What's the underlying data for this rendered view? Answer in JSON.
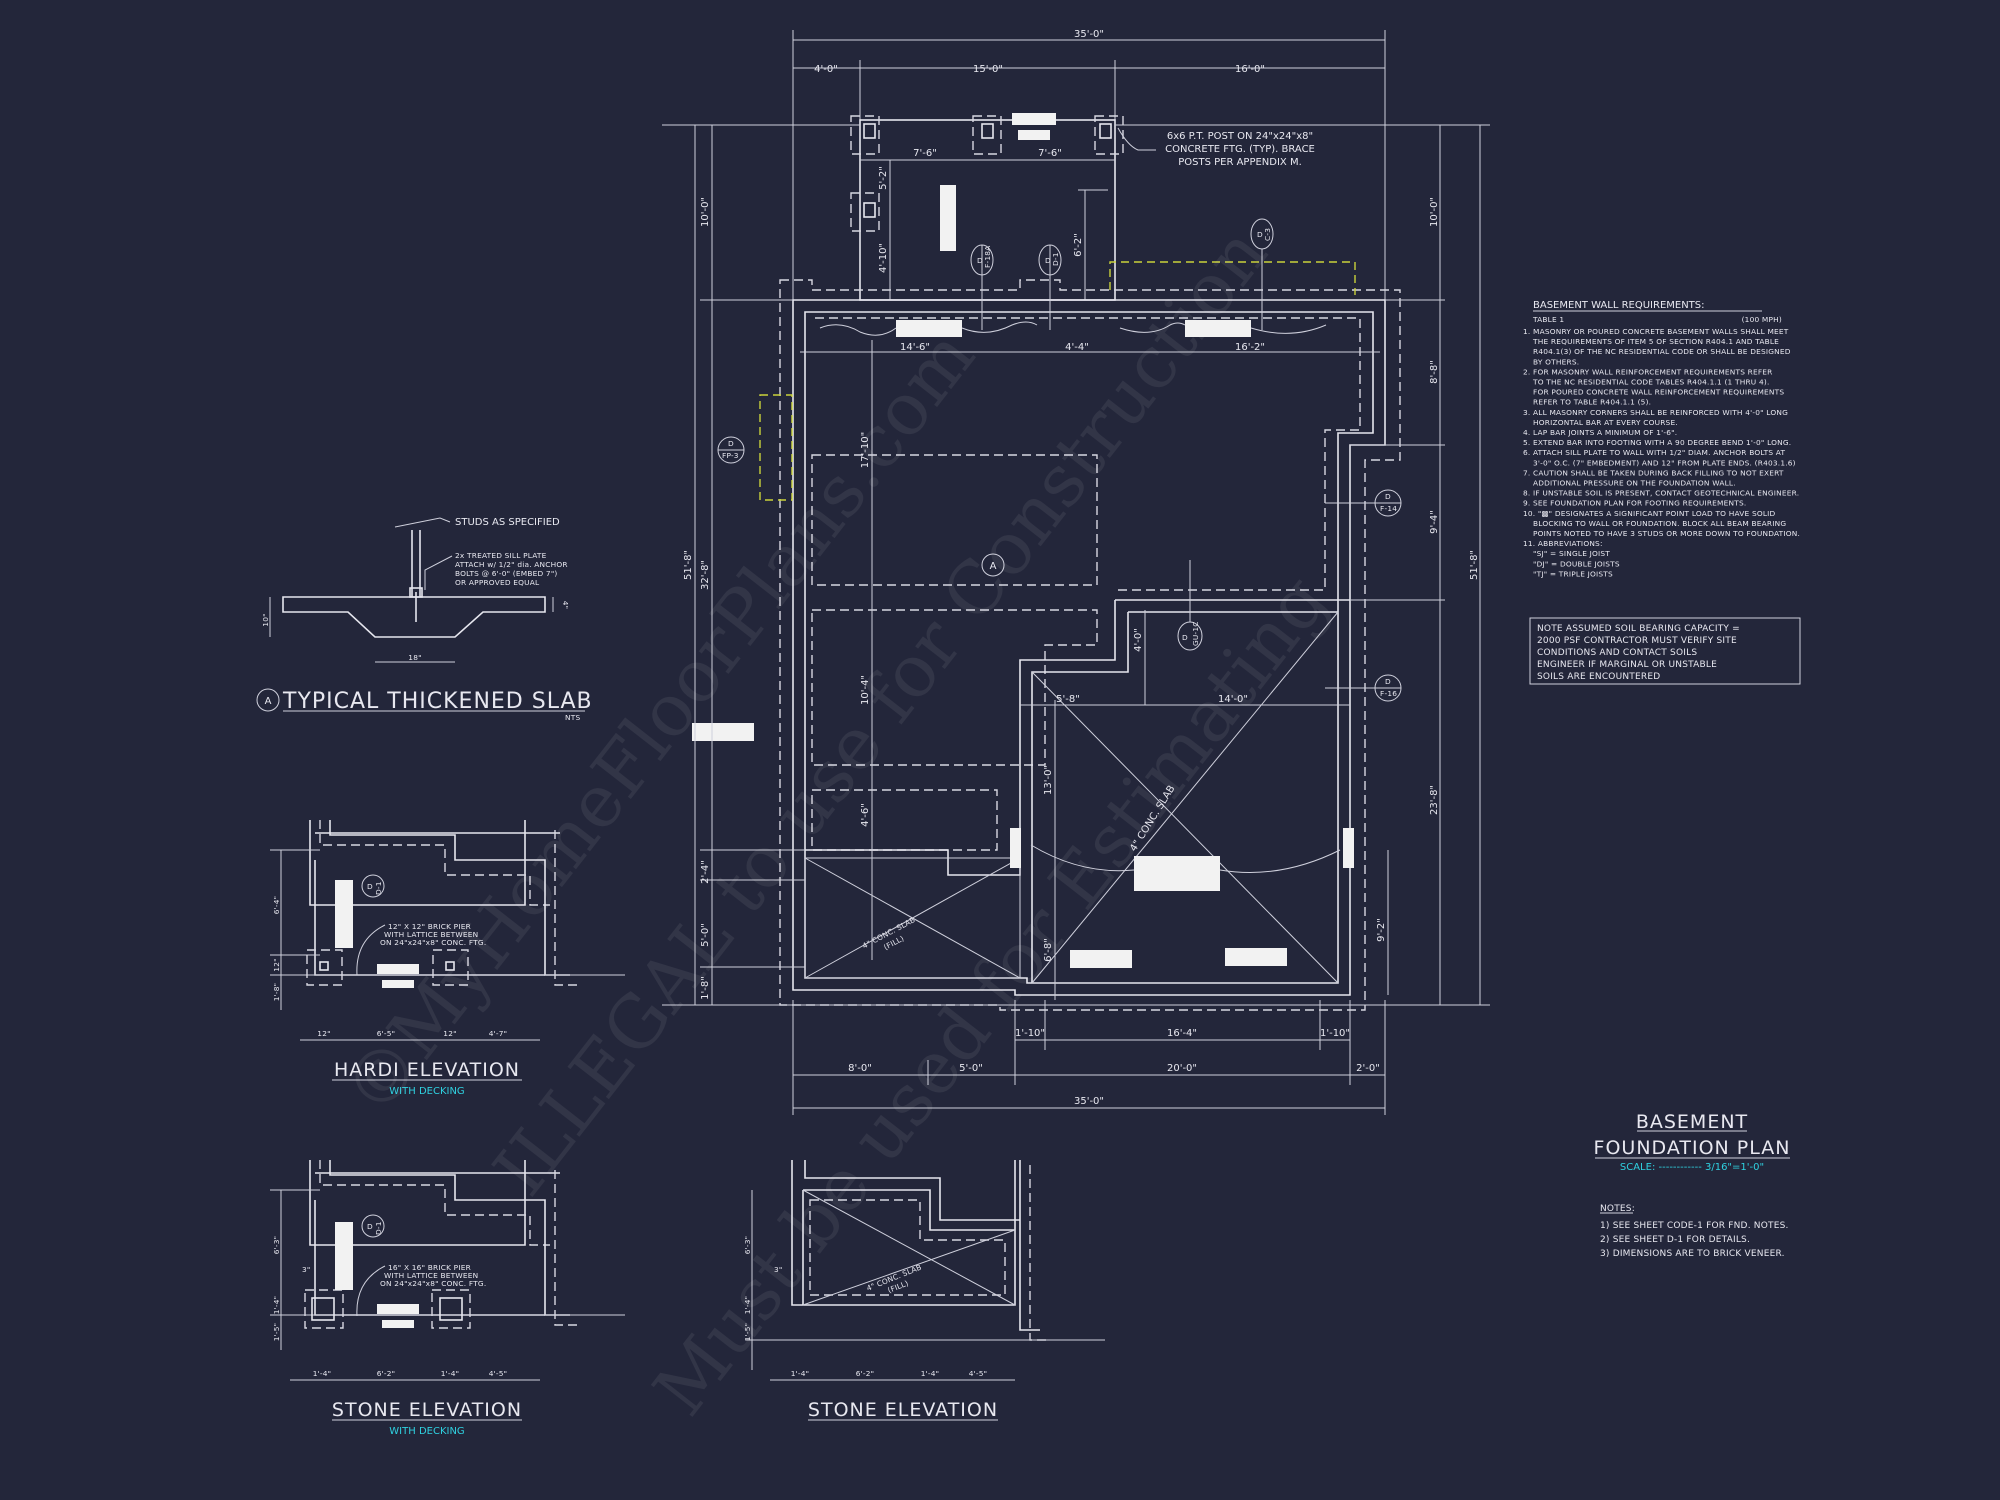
{
  "colors": {
    "background": "#23263a",
    "linework": "#e6e6ee",
    "accent_text": "#2fd1e0",
    "highlight_dashed": "#c9d23a"
  },
  "plan": {
    "title_line1": "BASEMENT",
    "title_line2": "FOUNDATION PLAN",
    "scale": "SCALE: ------------ 3/16\"=1'-0\"",
    "post_note": [
      "6x6 P.T. POST ON 24\"x24\"x8\"",
      "CONCRETE FTG. (TYP). BRACE",
      "POSTS PER APPENDIX M."
    ],
    "dims_top": [
      "35'-0\"",
      "4'-0\"",
      "15'-0\"",
      "16'-0\""
    ],
    "dims_porch": [
      "7'-6\"",
      "7'-6\"",
      "5'-2\"",
      "4'-10\"",
      "6'-2\""
    ],
    "dims_inner": [
      "14'-6\"",
      "4'-4\"",
      "16'-2\"",
      "17'-10\"",
      "10'-4\"",
      "4'-6\"",
      "5'-8\"",
      "14'-0\"",
      "13'-0\"",
      "4'-0\"",
      "6'-8\"",
      "9'-2\""
    ],
    "dims_left": [
      "10'-0\"",
      "32'-8\"",
      "51'-8\"",
      "2'-4\"",
      "5'-0\"",
      "1'-8\""
    ],
    "dims_right": [
      "10'-0\"",
      "8'-8\"",
      "9'-4\"",
      "51'-8\"",
      "23'-8\""
    ],
    "dims_bottom": [
      "1'-10\"",
      "16'-4\"",
      "1'-10\"",
      "8'-0\"",
      "5'-0\"",
      "20'-0\"",
      "2'-0\"",
      "35'-0\""
    ],
    "tags": [
      {
        "top": "D",
        "bottom": "F-18A"
      },
      {
        "top": "D",
        "bottom": "D-1"
      },
      {
        "top": "D",
        "bottom": "C-3"
      },
      {
        "top": "D",
        "bottom": "FP-3"
      },
      {
        "top": "D",
        "bottom": "F-14"
      },
      {
        "top": "D",
        "bottom": "F-16"
      },
      {
        "top": "D",
        "bottom": "GU-1C"
      }
    ],
    "section_marker": "A",
    "slab_garage": "4\" CONC. SLAB",
    "slab_fill": [
      "4\" CONC. SLAB",
      "(FILL)"
    ]
  },
  "requirements": {
    "title": "BASEMENT WALL REQUIREMENTS:",
    "table": "TABLE 1",
    "wind": "(100 MPH)",
    "lines": [
      "1. MASONRY OR POURED CONCRETE BASEMENT WALLS SHALL MEET",
      "THE REQUIREMENTS OF ITEM 5 OF SECTION R404.1 AND TABLE",
      "R404.1(3) OF THE NC RESIDENTIAL CODE OR SHALL BE DESIGNED",
      "BY OTHERS.",
      "2. FOR MASONRY WALL REINFORCEMENT REQUIREMENTS REFER",
      "TO THE NC RESIDENTIAL CODE TABLES R404.1.1 (1 THRU 4).",
      "FOR POURED CONCRETE WALL REINFORCEMENT REQUIREMENTS",
      "REFER TO TABLE R404.1.1 (5).",
      "3. ALL MASONRY CORNERS SHALL BE REINFORCED WITH 4'-0\" LONG",
      "HORIZONTAL BAR AT EVERY COURSE.",
      "4. LAP BAR JOINTS A MINIMUM OF 1'-6\".",
      "5. EXTEND BAR INTO FOOTING WITH A 90 DEGREE BEND 1'-0\" LONG.",
      "6. ATTACH SILL PLATE TO WALL WITH 1/2\" DIAM. ANCHOR BOLTS AT",
      "3'-0\" O.C. (7\" EMBEDMENT) AND 12\" FROM PLATE ENDS. (R403.1.6)",
      "7. CAUTION SHALL BE TAKEN DURING BACK FILLING TO NOT EXERT",
      "ADDITIONAL PRESSURE ON THE FOUNDATION WALL.",
      "8. IF UNSTABLE SOIL IS PRESENT, CONTACT GEOTECHNICAL ENGINEER.",
      "9. SEE FOUNDATION PLAN FOR FOOTING REQUIREMENTS.",
      "10. \"▩\" DESIGNATES A SIGNIFICANT POINT LOAD TO HAVE SOLID",
      "BLOCKING TO WALL OR FOUNDATION. BLOCK ALL BEAM BEARING",
      "POINTS NOTED TO HAVE 3 STUDS OR MORE DOWN TO FOUNDATION.",
      "11. ABBREVIATIONS:",
      "\"SJ\" = SINGLE JOIST",
      "\"DJ\" = DOUBLE JOISTS",
      "\"TJ\" = TRIPLE JOISTS"
    ]
  },
  "soil_note": [
    "NOTE ASSUMED SOIL BEARING CAPACITY =",
    "2000 PSF CONTRACTOR MUST VERIFY SITE",
    "CONDITIONS AND CONTACT SOILS",
    "ENGINEER IF MARGINAL OR UNSTABLE",
    "SOILS ARE ENCOUNTERED"
  ],
  "general_notes": {
    "title": "NOTES:",
    "items": [
      "1) SEE SHEET CODE-1 FOR FND. NOTES.",
      "2) SEE SHEET D-1 FOR DETAILS.",
      "3) DIMENSIONS ARE TO BRICK VENEER."
    ]
  },
  "slab_detail": {
    "marker": "A",
    "title": "TYPICAL THICKENED SLAB",
    "nts": "NTS",
    "studs": "STUDS AS SPECIFIED",
    "sill": [
      "2x TREATED SILL PLATE",
      "ATTACH w/ 1/2\" dia. ANCHOR",
      "BOLTS @ 6'-0\" (EMBED 7\")",
      "OR APPROVED EQUAL"
    ],
    "dims": [
      "18\"",
      "10\"",
      "4\""
    ]
  },
  "hardi": {
    "title": "HARDI ELEVATION",
    "subtitle": "WITH DECKING",
    "pier": [
      "12\" X 12\" BRICK PIER",
      "WITH LATTICE BETWEEN",
      "ON 24\"x24\"x8\" CONC. FTG."
    ],
    "dims": [
      "12\"",
      "6'-5\"",
      "12\"",
      "4'-7\"",
      "6'-4\"",
      "12\"",
      "1'-8\""
    ],
    "tag": {
      "top": "D",
      "bottom": "D-1"
    }
  },
  "stone1": {
    "title": "STONE ELEVATION",
    "subtitle": "WITH DECKING",
    "pier": [
      "16\" X 16\" BRICK PIER",
      "WITH LATTICE BETWEEN",
      "ON 24\"x24\"x8\" CONC. FTG."
    ],
    "dims": [
      "1'-4\"",
      "6'-2\"",
      "1'-4\"",
      "4'-5\"",
      "6'-3\"",
      "1'-4\"",
      "1'-5\"",
      "3\""
    ],
    "tag": {
      "top": "D",
      "bottom": "D-1"
    }
  },
  "stone2": {
    "title": "STONE ELEVATION",
    "slab": [
      "4\" CONC. SLAB",
      "(FILL)"
    ],
    "dims": [
      "1'-4\"",
      "6'-2\"",
      "1'-4\"",
      "4'-5\"",
      "6'-3\"",
      "1'-4\"",
      "1'-5\"",
      "3\""
    ]
  },
  "watermark": [
    "©MyHomeFloorPlans.com",
    "ILLEGAL to use for Construction",
    "Must be used for Estimating"
  ]
}
